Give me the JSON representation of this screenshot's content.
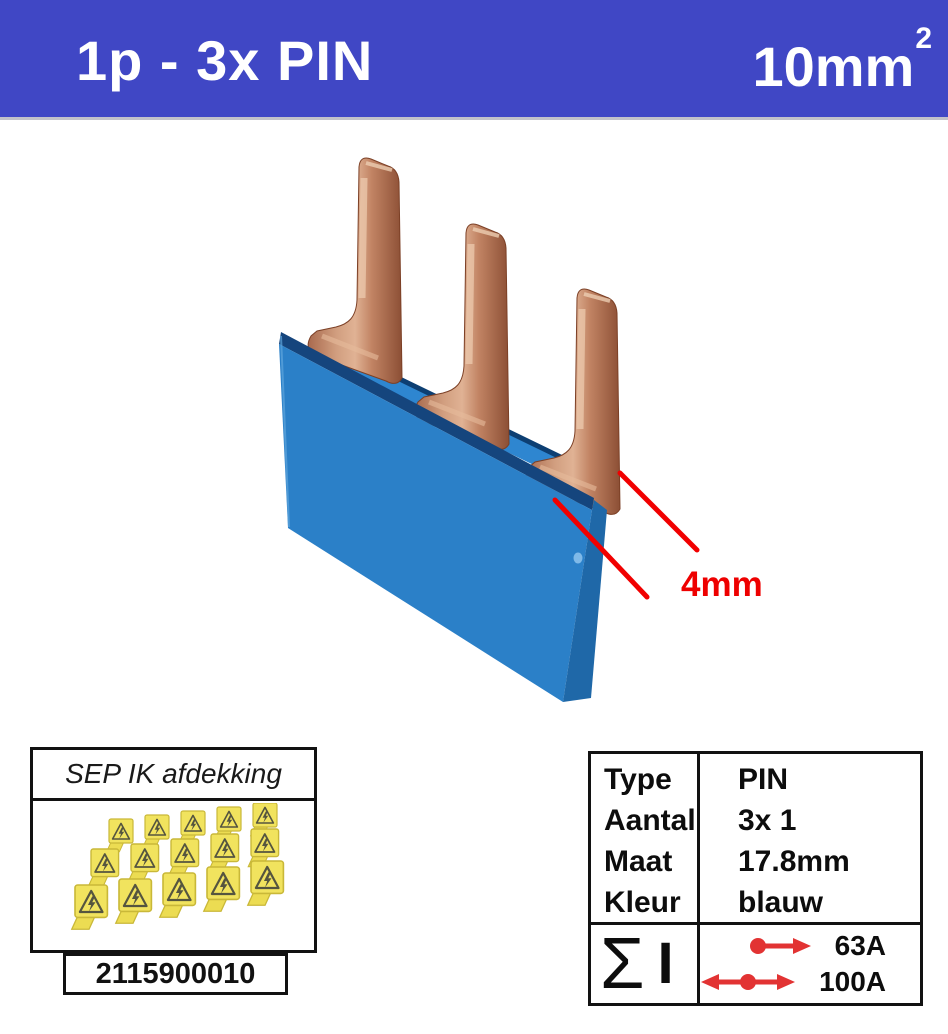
{
  "banner": {
    "title": "1p - 3x PIN",
    "size_value": "10mm",
    "size_exponent": "2",
    "bg_color": "#4047c5",
    "text_color": "#ffffff"
  },
  "product": {
    "description": "blue 1-pole busbar comb with 3 copper pins",
    "body_color": "#2b80c8",
    "pin_color": "#c08a6a",
    "annotation": {
      "label": "4mm",
      "color": "#ee0000"
    }
  },
  "left_box": {
    "title": "SEP IK afdekking",
    "code": "2115900010",
    "thumbnail": "yellow-warning-covers"
  },
  "spec_table": {
    "rows": [
      {
        "label": "Type",
        "value": "PIN"
      },
      {
        "label": "Aantal",
        "value": "3x 1"
      },
      {
        "label": "Maat",
        "value": "17.8mm"
      },
      {
        "label": "Kleur",
        "value": "blauw"
      }
    ],
    "sum_sigma": "Σ",
    "sum_i": "I",
    "ratings": [
      {
        "icon": "dot-right-arrow-icon",
        "value": "63A"
      },
      {
        "icon": "left-right-arrow-dot-icon",
        "value": "100A"
      }
    ],
    "arrow_color": "#e23333"
  }
}
